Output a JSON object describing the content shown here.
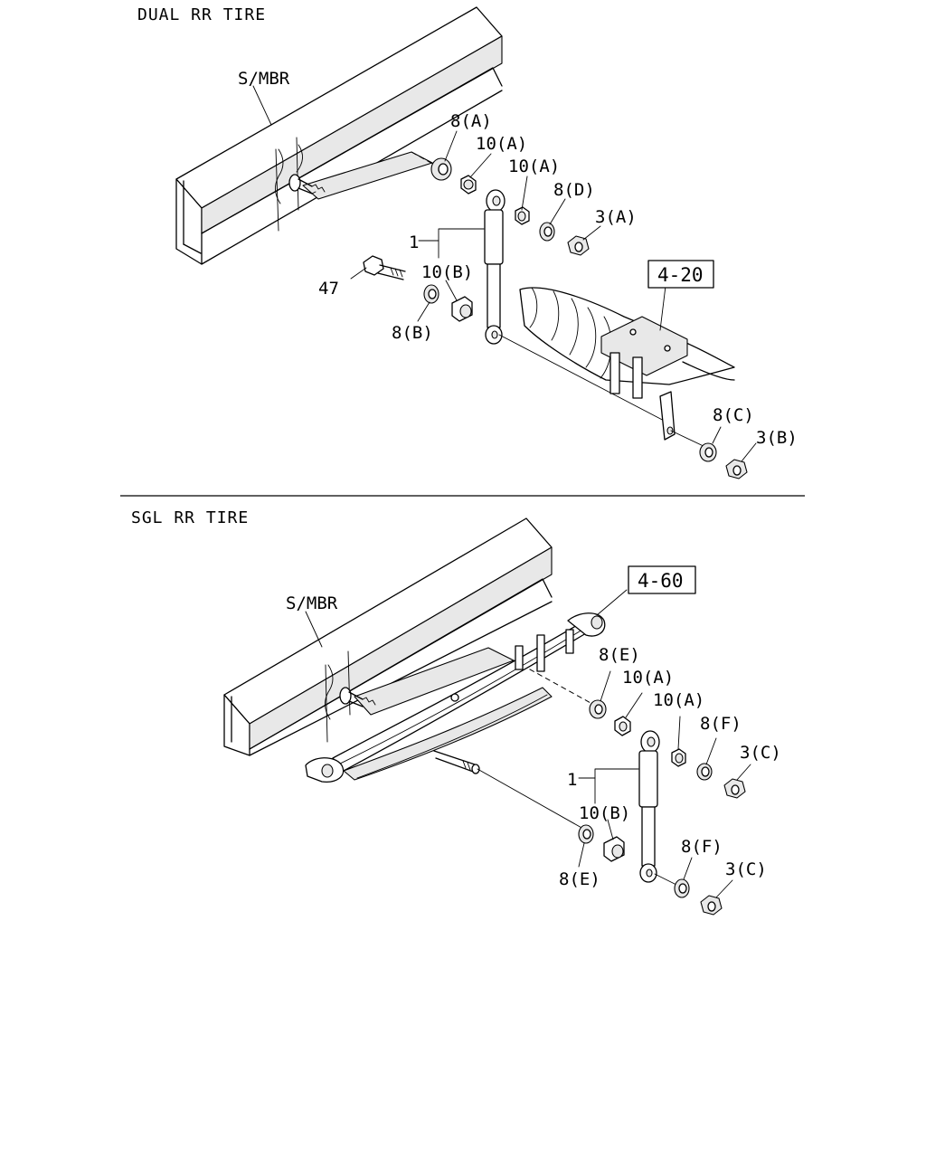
{
  "sections": [
    {
      "title": "DUAL RR TIRE",
      "frame_label": "S/MBR",
      "callouts": [
        "8(A)",
        "10(A)",
        "10(A)",
        "8(D)",
        "3(A)",
        "1",
        "10(B)",
        "47",
        "8(B)",
        "8(C)",
        "3(B)"
      ],
      "ref_box": "4-20"
    },
    {
      "title": "SGL RR TIRE",
      "frame_label": "S/MBR",
      "callouts": [
        "8(E)",
        "10(A)",
        "10(A)",
        "8(F)",
        "3(C)",
        "1",
        "10(B)",
        "8(E)",
        "8(F)",
        "3(C)"
      ],
      "ref_box": "4-60"
    }
  ]
}
